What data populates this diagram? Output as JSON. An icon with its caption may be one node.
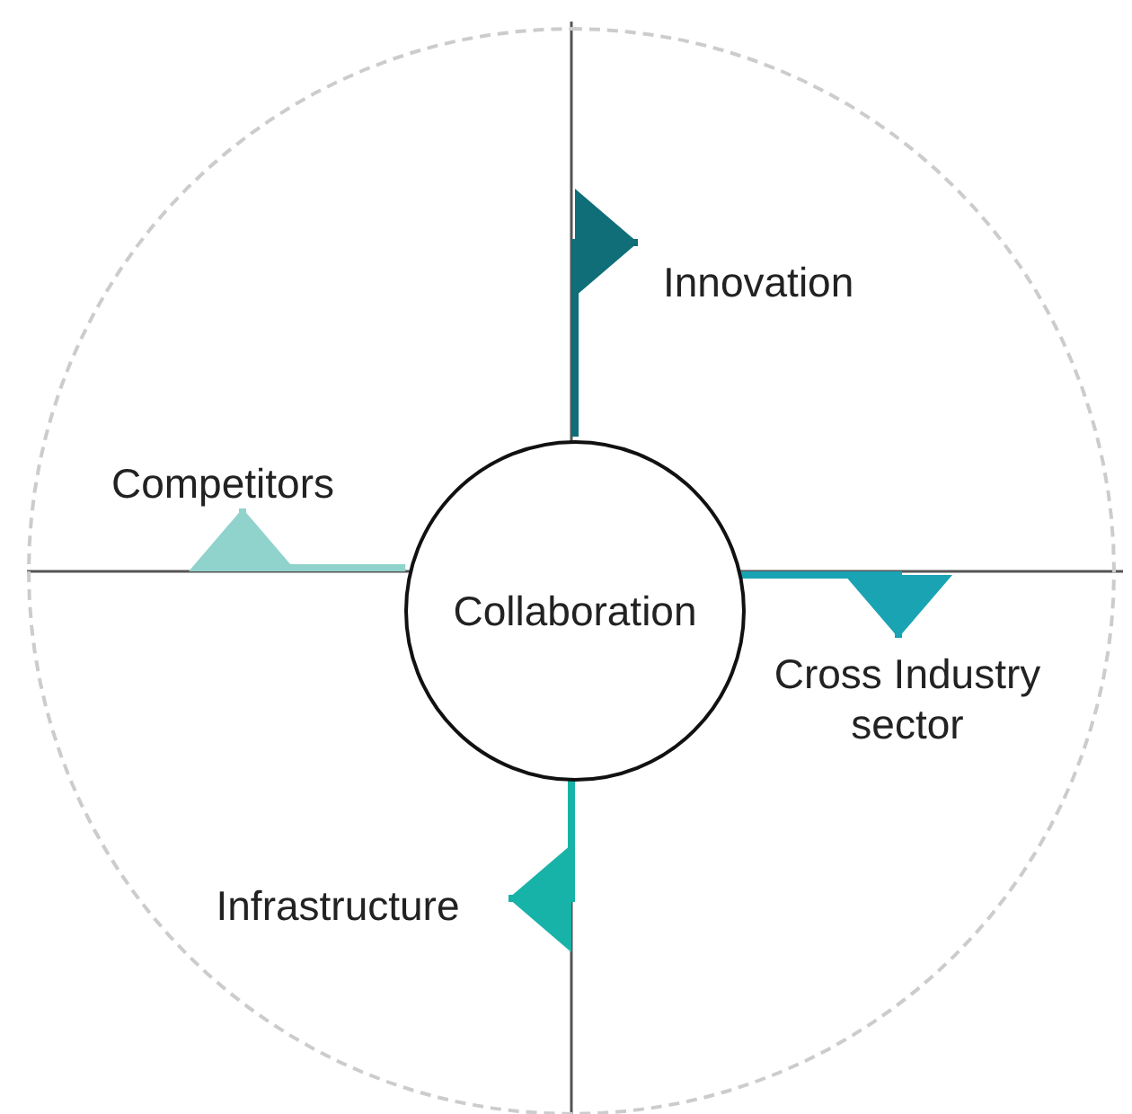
{
  "diagram": {
    "nodes": [
      {
        "text": [],
        "shape": "circle"
      },
      {
        "text": [
          "Innovation"
        ],
        "in": 0
      },
      {
        "text": [
          "Competitors"
        ],
        "in": 0
      },
      {
        "text": [
          "Collaboration"
        ],
        "in": 0
      },
      {
        "text": [
          "Cross Industry sector"
        ],
        "in": 0
      },
      {
        "text": [
          "Infrastructure"
        ],
        "in": 0
      }
    ],
    "edges": [
      {
        "from": 3,
        "to": 1,
        "arrow": "to",
        "color": "#0f6e78"
      },
      {
        "from": 3,
        "to": 4,
        "arrow": "to",
        "color": "#1aa3b3"
      },
      {
        "from": 3,
        "to": 5,
        "arrow": "to",
        "color": "#17b3a8"
      },
      {
        "from": 3,
        "to": 2,
        "arrow": "to",
        "color": "#8fd3cc"
      }
    ]
  }
}
